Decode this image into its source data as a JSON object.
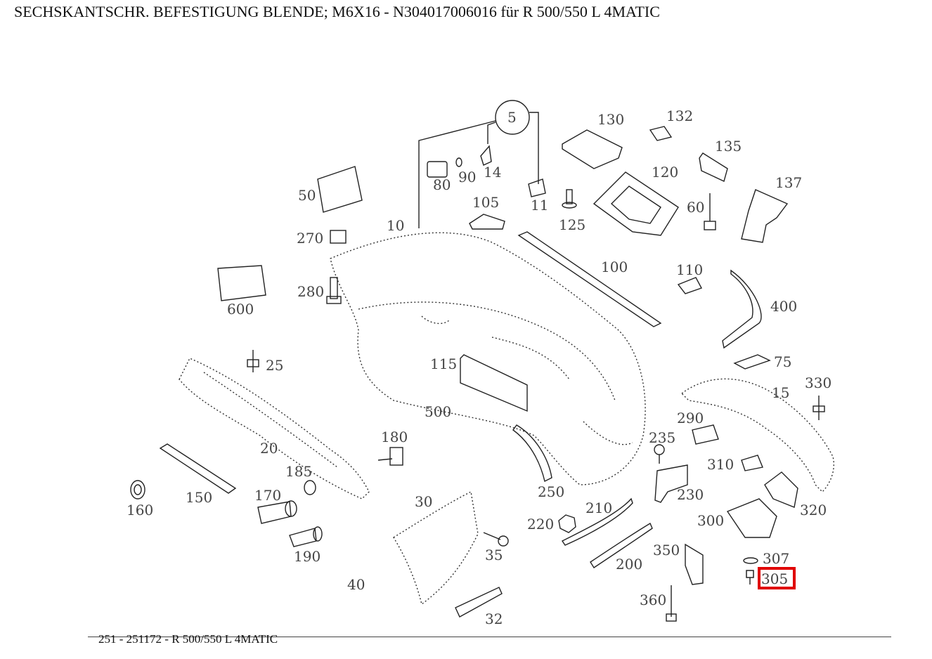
{
  "title": "SECHSKANTSCHR. BEFESTIGUNG BLENDE; M6X16 - N304017006016 für R 500/550 L 4MATIC",
  "footer": "251 - 251172 - R 500/550 L 4MATIC",
  "highlight_color": "#e00000",
  "highlighted_part": "305",
  "labels": {
    "l5": "5",
    "l130": "130",
    "l132": "132",
    "l135": "135",
    "l120": "120",
    "l137": "137",
    "l14": "14",
    "l80": "80",
    "l90": "90",
    "l11": "11",
    "l50": "50",
    "l105": "105",
    "l125": "125",
    "l60": "60",
    "l10": "10",
    "l270": "270",
    "l100": "100",
    "l110": "110",
    "l280": "280",
    "l600": "600",
    "l400": "400",
    "l25": "25",
    "l115": "115",
    "l75": "75",
    "l15": "15",
    "l330": "330",
    "l500": "500",
    "l290": "290",
    "l180": "180",
    "l235": "235",
    "l20": "20",
    "l185": "185",
    "l310": "310",
    "l160": "160",
    "l150": "150",
    "l170": "170",
    "l250": "250",
    "l230": "230",
    "l30": "30",
    "l210": "210",
    "l320": "320",
    "l220": "220",
    "l300": "300",
    "l190": "190",
    "l35": "35",
    "l350": "350",
    "l307": "307",
    "l200": "200",
    "l40": "40",
    "l305": "305",
    "l360": "360",
    "l32": "32"
  }
}
